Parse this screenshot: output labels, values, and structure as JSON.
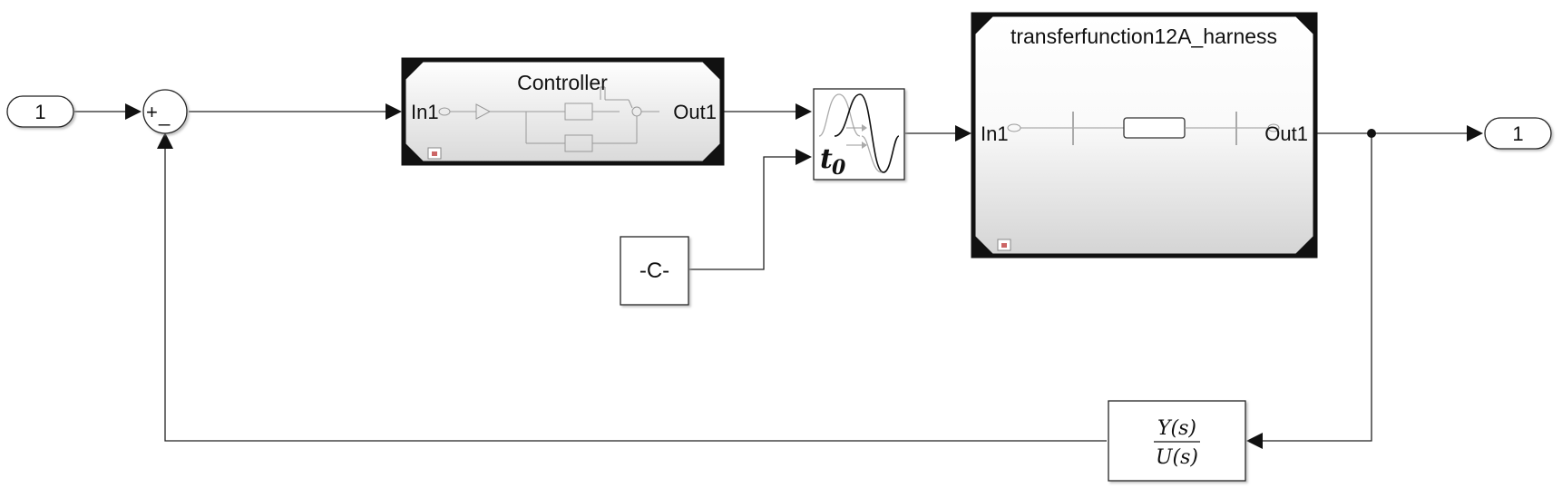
{
  "inport": {
    "label": "1"
  },
  "outport": {
    "label": "1"
  },
  "sum": {
    "plus": "+",
    "minus": "_"
  },
  "controller": {
    "title": "Controller",
    "in_label": "In1",
    "out_label": "Out1"
  },
  "delay": {
    "label": "t",
    "subscript": "0"
  },
  "constant": {
    "label": "-C-"
  },
  "plant": {
    "title": "transferfunction12A_harness",
    "in_label": "In1",
    "out_label": "Out1"
  },
  "sensor": {
    "numerator": "Y(s)",
    "denominator": "U(s)"
  }
}
